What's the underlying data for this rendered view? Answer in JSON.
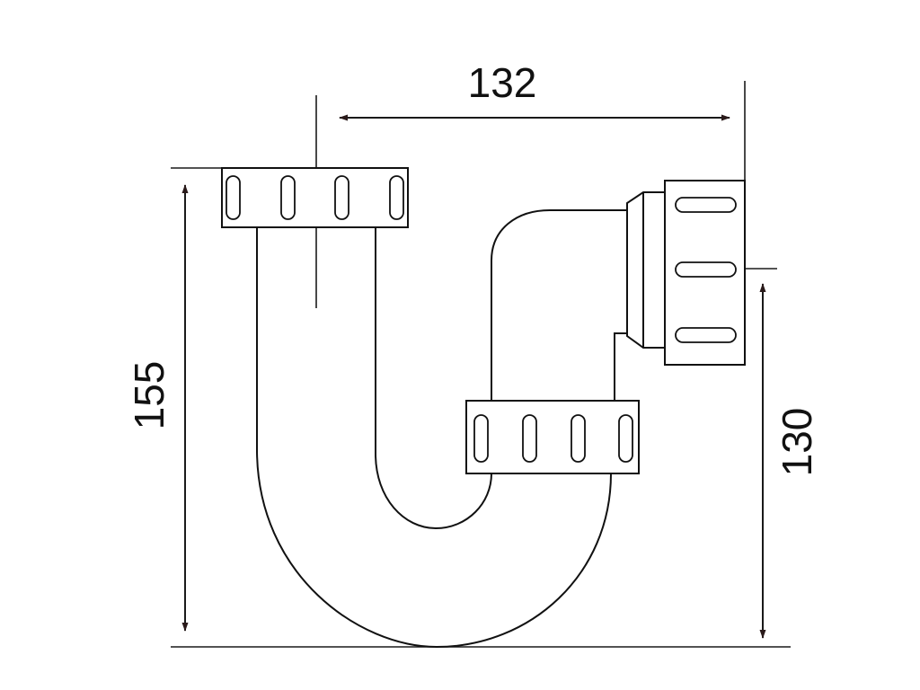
{
  "dimensions": {
    "width_label": "132",
    "total_height_label": "155",
    "outlet_height_label": "130"
  },
  "colors": {
    "line": "#111111",
    "dimension_line": "#1a1a1a",
    "arrowhead": "#2a1a1a",
    "background": "#ffffff"
  }
}
